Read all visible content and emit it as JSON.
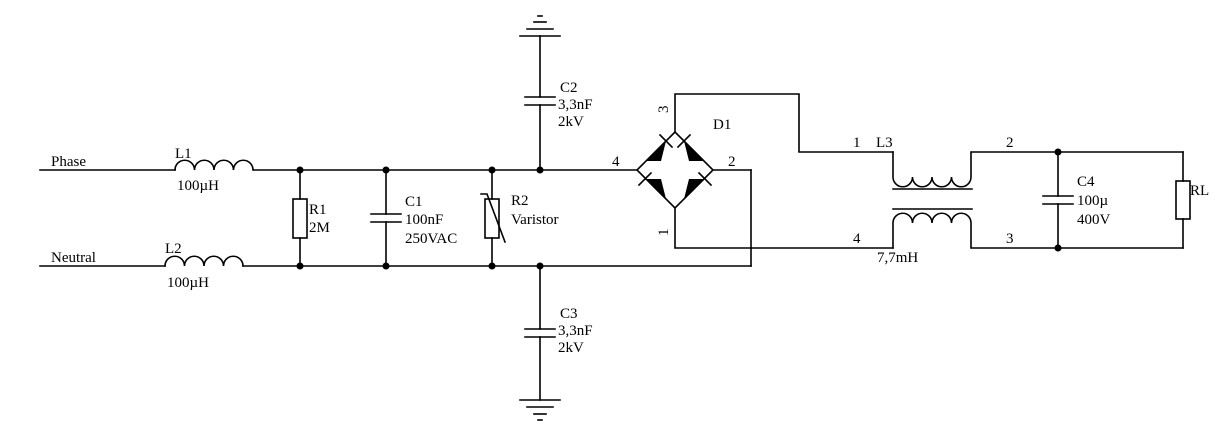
{
  "inputs": {
    "phase": "Phase",
    "neutral": "Neutral"
  },
  "components": {
    "L1": {
      "ref": "L1",
      "value": "100µH"
    },
    "L2": {
      "ref": "L2",
      "value": "100µH"
    },
    "R1": {
      "ref": "R1",
      "value": "2M"
    },
    "C1": {
      "ref": "C1",
      "value": "100nF",
      "rating": "250VAC"
    },
    "R2": {
      "ref": "R2",
      "value": "Varistor"
    },
    "C2": {
      "ref": "C2",
      "value": "3,3nF",
      "rating": "2kV"
    },
    "C3": {
      "ref": "C3",
      "value": "3,3nF",
      "rating": "2kV"
    },
    "D1": {
      "ref": "D1",
      "pin1": "1",
      "pin2": "2",
      "pin3": "3",
      "pin4": "4"
    },
    "L3": {
      "ref": "L3",
      "value": "7,7mH",
      "pin1": "1",
      "pin2": "2",
      "pin3": "3",
      "pin4": "4"
    },
    "C4": {
      "ref": "C4",
      "value": "100µ",
      "rating": "400V"
    },
    "RL": {
      "ref": "RL"
    }
  }
}
